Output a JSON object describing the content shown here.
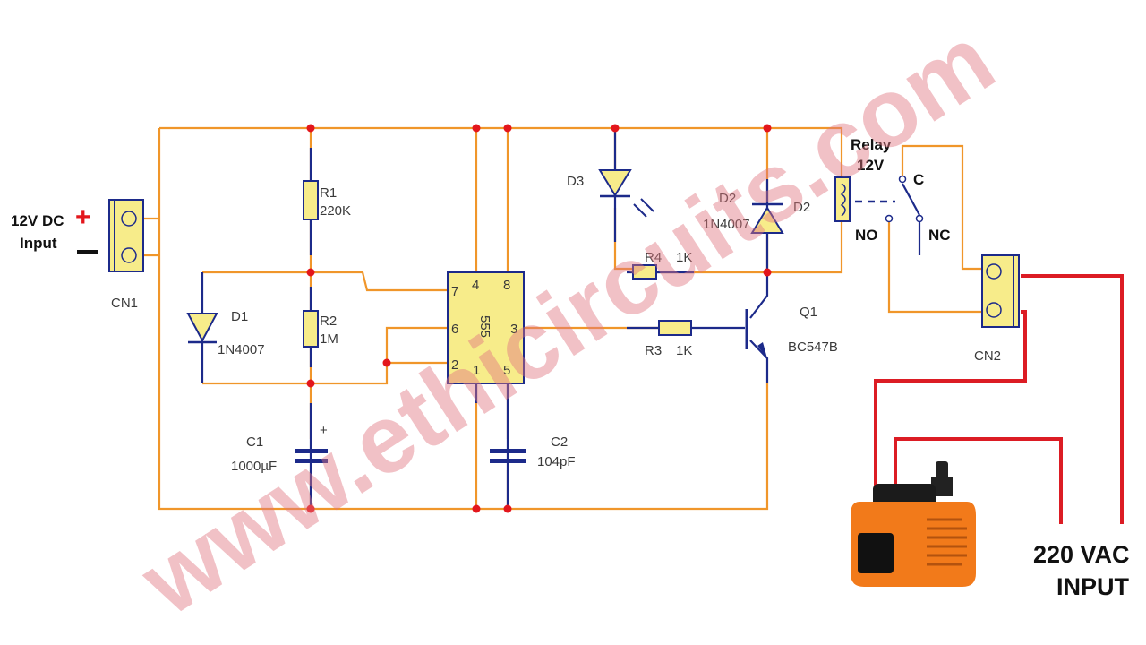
{
  "title": "Water pump timer circuit using 555 and relay",
  "input": {
    "label_line1": "12V DC",
    "label_line2": "Input",
    "plus": "+",
    "minus": "—",
    "connector": "CN1"
  },
  "components": {
    "r1": {
      "name": "R1",
      "value": "220K"
    },
    "r2": {
      "name": "R2",
      "value": "1M"
    },
    "r3": {
      "name": "R3",
      "value": "1K"
    },
    "r4": {
      "name": "R4",
      "value": "1K"
    },
    "d1": {
      "name": "D1",
      "value": "1N4007"
    },
    "d2": {
      "name": "D2",
      "value": "1N4007",
      "name2": "D2"
    },
    "d3": {
      "name": "D3"
    },
    "c1": {
      "name": "C1",
      "value": "1000µF",
      "polarity": "+"
    },
    "c2": {
      "name": "C2",
      "value": "104pF"
    },
    "ic": {
      "name": "555",
      "pins": [
        "7",
        "4",
        "8",
        "6",
        "3",
        "2",
        "1",
        "5"
      ]
    },
    "q1": {
      "name": "Q1",
      "value": "BC547B"
    },
    "relay": {
      "line1": "Relay",
      "line2": "12V",
      "c": "C",
      "no": "NO",
      "nc": "NC"
    },
    "cn2": {
      "name": "CN2"
    }
  },
  "ac_input": {
    "line1": "220 VAC",
    "line2": "INPUT"
  },
  "watermark": "www.ethicircuits.com"
}
